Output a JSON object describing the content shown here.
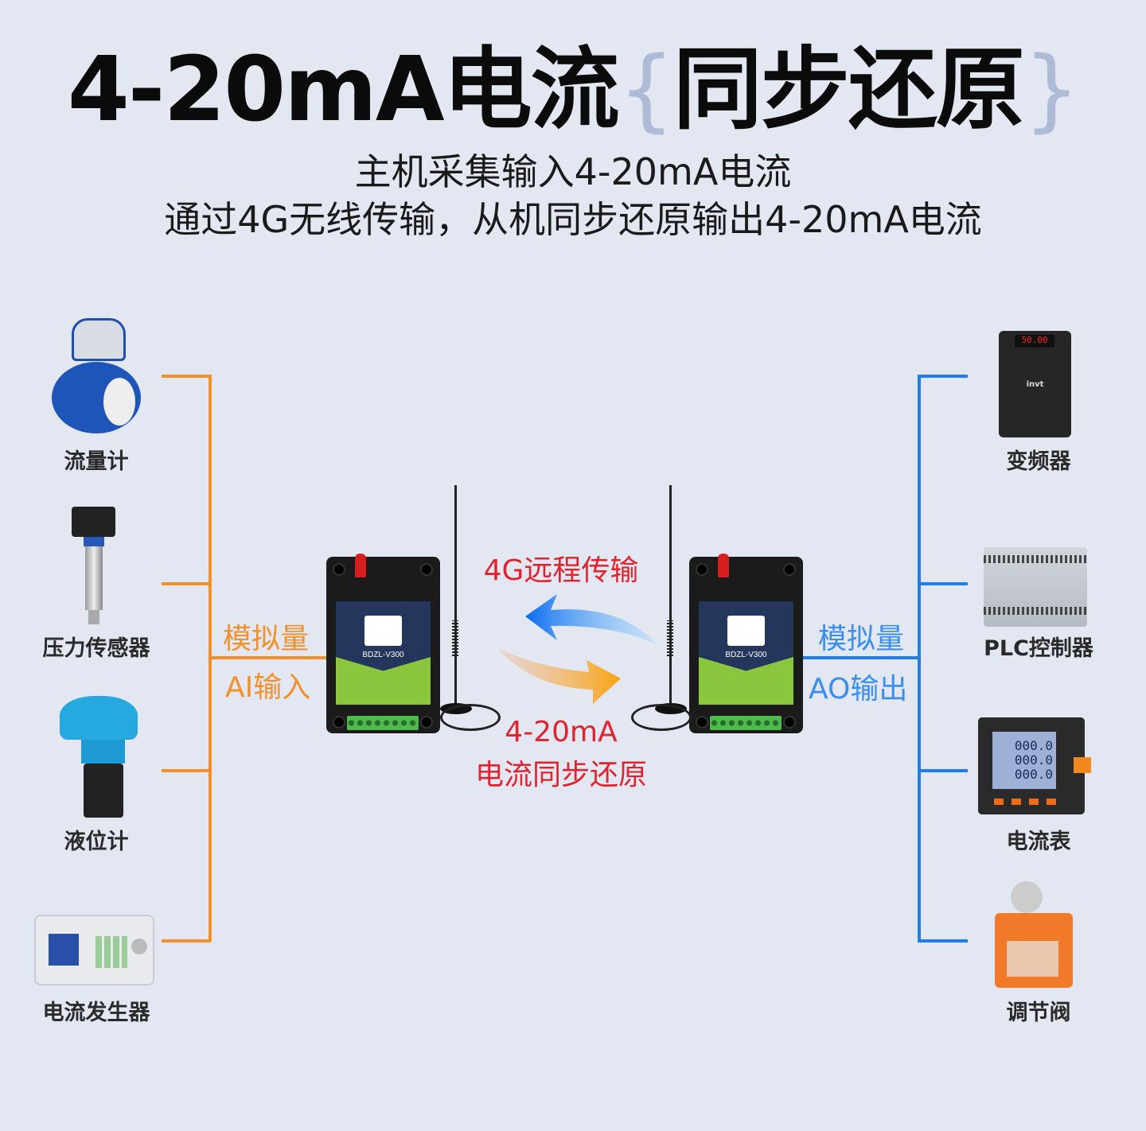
{
  "title": {
    "main": "4-20mA电流",
    "brace_open": "{",
    "highlight": "同步还原",
    "brace_close": "}"
  },
  "subtitle": {
    "line1": "主机采集输入4-20mA电流",
    "line2": "通过4G无线传输，从机同步还原输出4-20mA电流"
  },
  "left": {
    "signal_line1": "模拟量",
    "signal_line2": "AI输入",
    "color": "#f2912c",
    "devices": [
      {
        "label": "流量计",
        "icon": "flowmeter-icon"
      },
      {
        "label": "压力传感器",
        "icon": "pressure-sensor-icon"
      },
      {
        "label": "液位计",
        "icon": "level-meter-icon"
      },
      {
        "label": "电流发生器",
        "icon": "current-generator-icon"
      }
    ]
  },
  "right": {
    "signal_line1": "模拟量",
    "signal_line2": "AO输出",
    "color": "#1e7ef0",
    "devices": [
      {
        "label": "变频器",
        "icon": "inverter-icon"
      },
      {
        "label": "PLC控制器",
        "icon": "plc-icon"
      },
      {
        "label": "电流表",
        "icon": "ammeter-icon"
      },
      {
        "label": "调节阀",
        "icon": "valve-icon"
      }
    ]
  },
  "center": {
    "top_label": "4G远程传输",
    "bottom_line1": "4-20mA",
    "bottom_line2": "电流同步还原",
    "text_color": "#e0232e"
  },
  "modules": {
    "model": "BDZL-V300",
    "ammeter_reading": "000.0",
    "inverter_reading": "50.00",
    "inverter_brand": "invt"
  }
}
